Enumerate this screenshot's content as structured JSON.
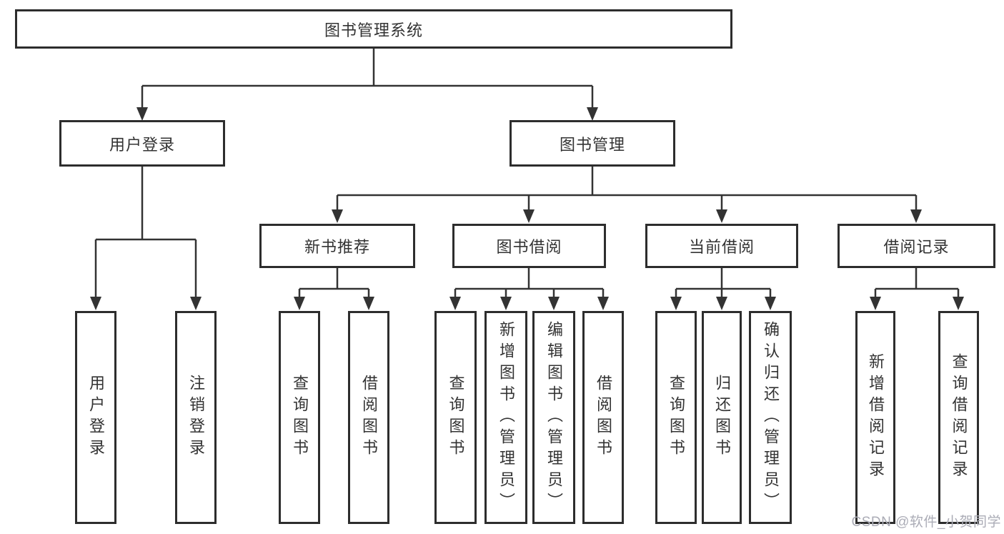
{
  "tree": {
    "label": "图书管理系统",
    "children": [
      {
        "label": "用户登录",
        "children": [
          {
            "label": "用户登录"
          },
          {
            "label": "注销登录"
          }
        ]
      },
      {
        "label": "图书管理",
        "children": [
          {
            "label": "新书推荐",
            "children": [
              {
                "label": "查询图书"
              },
              {
                "label": "借阅图书"
              }
            ]
          },
          {
            "label": "图书借阅",
            "children": [
              {
                "label": "查询图书"
              },
              {
                "label": "新增图书（管理员）"
              },
              {
                "label": "编辑图书（管理员）"
              },
              {
                "label": "借阅图书"
              }
            ]
          },
          {
            "label": "当前借阅",
            "children": [
              {
                "label": "查询图书"
              },
              {
                "label": "归还图书"
              },
              {
                "label": "确认归还（管理员）"
              }
            ]
          },
          {
            "label": "借阅记录",
            "children": [
              {
                "label": "新增借阅记录"
              },
              {
                "label": "查询借阅记录"
              }
            ]
          }
        ]
      }
    ]
  },
  "watermark": {
    "text": "CSDN @软件_小贺同学"
  },
  "colors": {
    "line": "#333333",
    "border": "#2d2d2d",
    "text": "#333333",
    "watermark": "#abacb6",
    "background": "#ffffff"
  }
}
